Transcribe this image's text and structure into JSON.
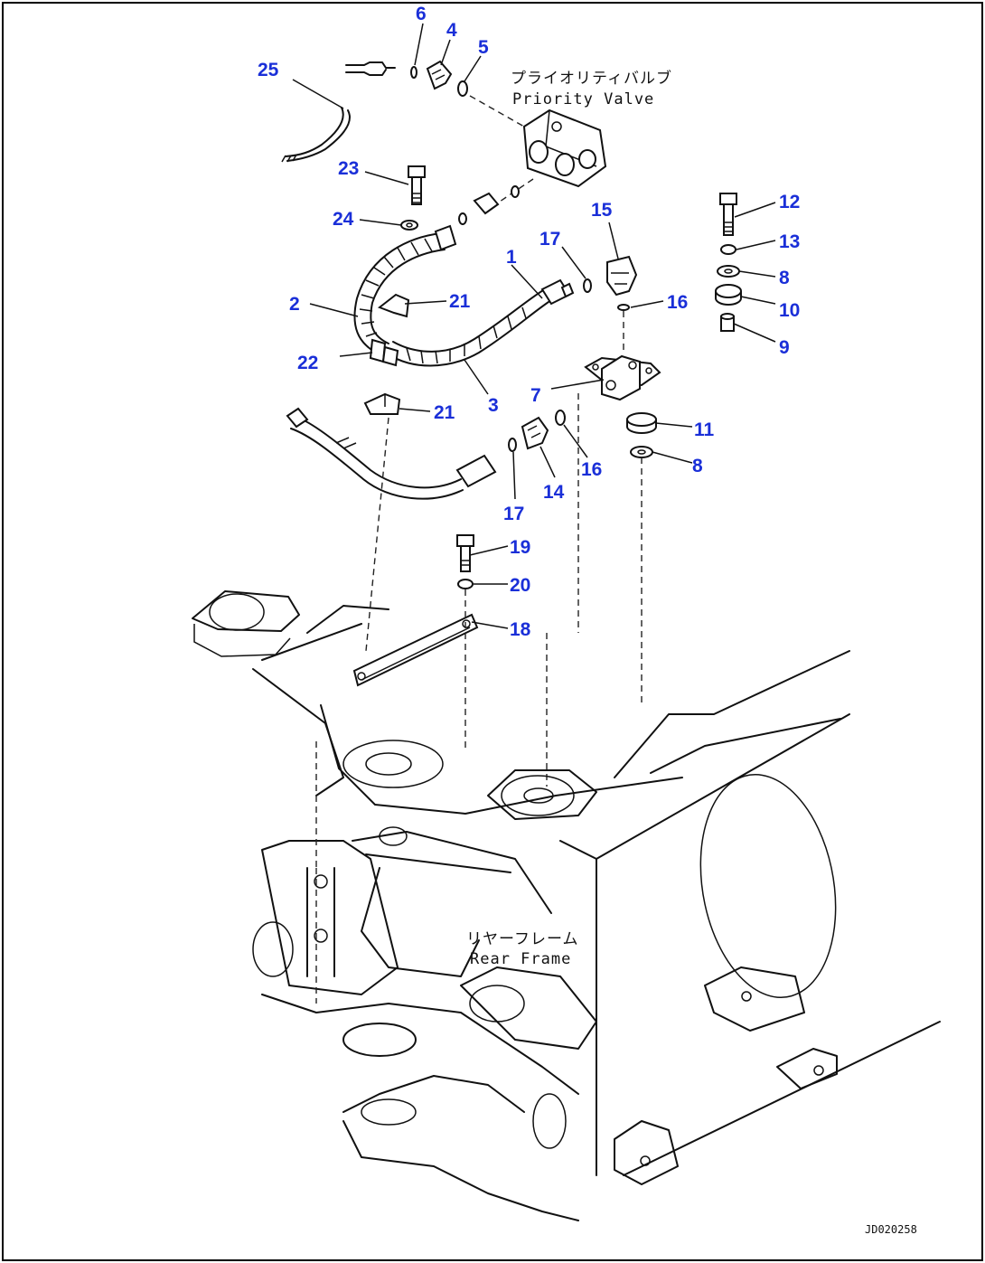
{
  "labels": {
    "priority_valve_jp": "プライオリティバルブ",
    "priority_valve_en": "Priority Valve",
    "rear_frame_jp": "リヤーフレーム",
    "rear_frame_en": "Rear Frame",
    "drawing_code": "JD020258"
  },
  "callouts": {
    "c1": "1",
    "c2": "2",
    "c3": "3",
    "c4": "4",
    "c5": "5",
    "c6": "6",
    "c7": "7",
    "c8a": "8",
    "c8b": "8",
    "c9": "9",
    "c10": "10",
    "c11": "11",
    "c12": "12",
    "c13": "13",
    "c14": "14",
    "c15": "15",
    "c16a": "16",
    "c16b": "16",
    "c17a": "17",
    "c17b": "17",
    "c18": "18",
    "c19": "19",
    "c20": "20",
    "c21a": "21",
    "c21b": "21",
    "c22": "22",
    "c23": "23",
    "c24": "24",
    "c25": "25"
  },
  "colors": {
    "callout": "#1a2fd8",
    "line": "#111111"
  }
}
